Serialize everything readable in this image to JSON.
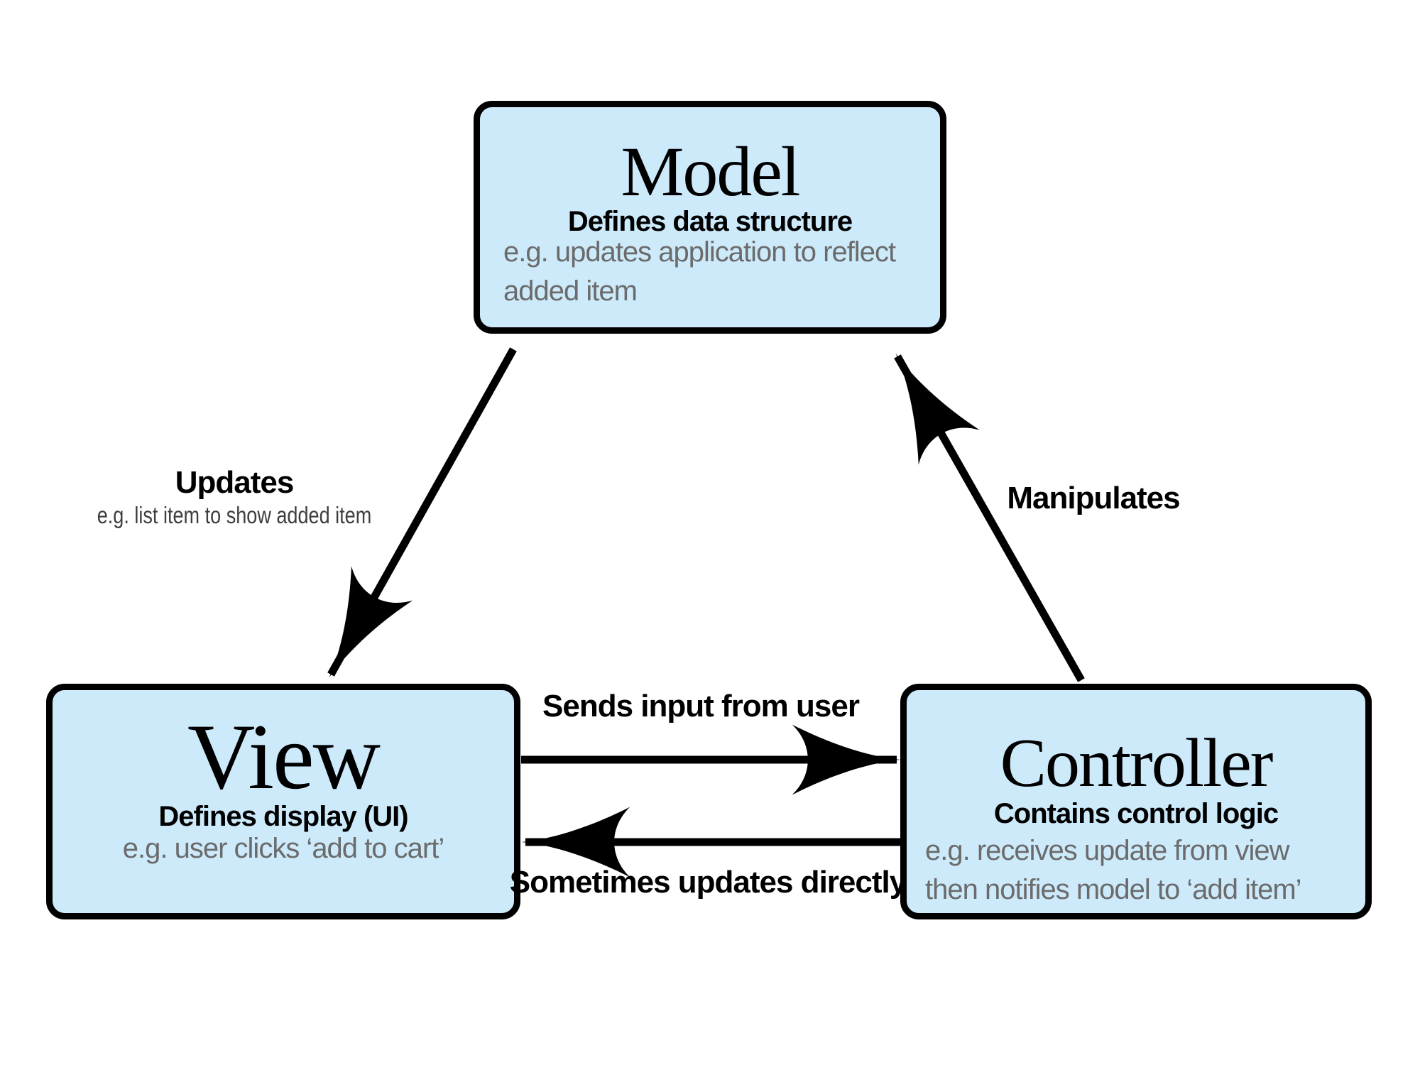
{
  "colors": {
    "background": "#ffffff",
    "box_fill": "#cdeafb",
    "box_border": "#000000",
    "arrow": "#000000",
    "example_text": "#6b6b6b",
    "edge_sublabel_text": "#3e3e3e"
  },
  "nodes": {
    "model": {
      "title": "Model",
      "subtitle": "Defines data structure",
      "example_lines": [
        "e.g. updates application to reflect",
        "added item"
      ]
    },
    "view": {
      "title": "View",
      "subtitle": "Defines display (UI)",
      "example_lines": [
        "e.g. user clicks ‘add to cart’"
      ]
    },
    "controller": {
      "title": "Controller",
      "subtitle": "Contains control logic",
      "example_lines": [
        "e.g. receives update from view",
        "then notifies model to ‘add item’"
      ]
    }
  },
  "edges": {
    "updates": {
      "label": "Updates",
      "sublabel": "e.g. list item to show added item",
      "from": "Model",
      "to": "View"
    },
    "manipulates": {
      "label": "Manipulates",
      "from": "Controller",
      "to": "Model"
    },
    "sends_input": {
      "label": "Sends input from user",
      "from": "View",
      "to": "Controller"
    },
    "updates_directly": {
      "label": "Sometimes updates directly",
      "from": "Controller",
      "to": "View"
    }
  }
}
